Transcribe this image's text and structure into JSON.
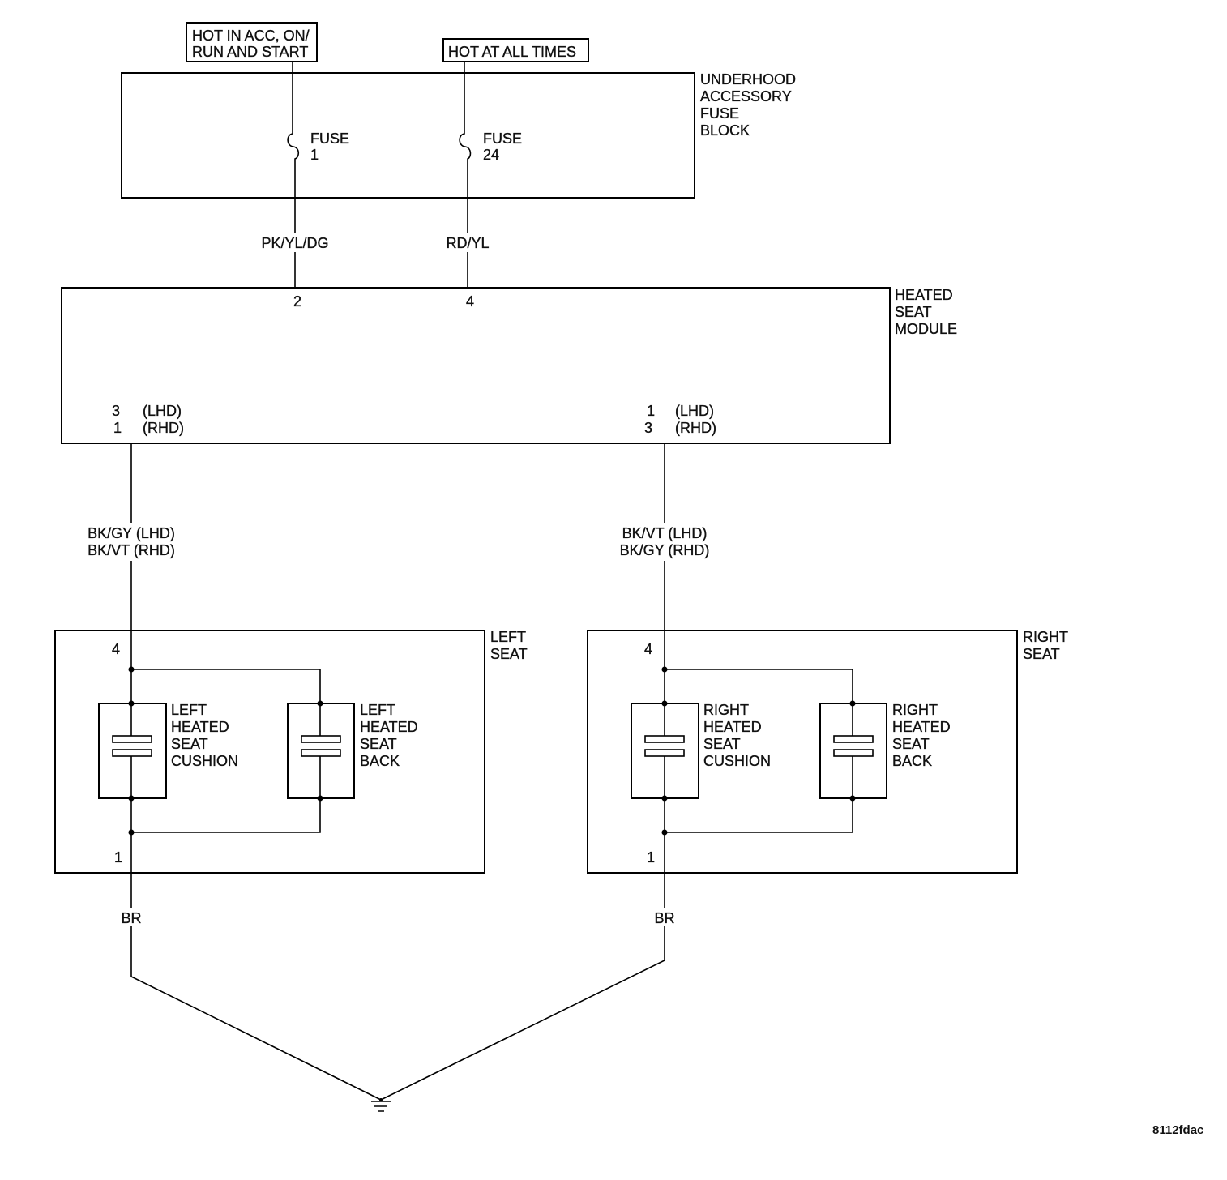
{
  "colors": {
    "line": "#000000",
    "background": "#ffffff"
  },
  "sources": {
    "switched": {
      "line1": "HOT IN ACC, ON/",
      "line2": "RUN AND START"
    },
    "battery": {
      "label": "HOT AT ALL TIMES"
    }
  },
  "fuse_block": {
    "name_lines": [
      "UNDERHOOD",
      "ACCESSORY",
      "FUSE",
      "BLOCK"
    ],
    "fuses": [
      {
        "label": "FUSE",
        "number": "1",
        "wire": "PK/YL/DG",
        "module_pin": "2"
      },
      {
        "label": "FUSE",
        "number": "24",
        "wire": "RD/YL",
        "module_pin": "4"
      }
    ]
  },
  "module": {
    "name_lines": [
      "HEATED",
      "SEAT",
      "MODULE"
    ],
    "outputs": [
      {
        "pins": [
          {
            "pin": "3",
            "variant": "(LHD)"
          },
          {
            "pin": "1",
            "variant": "(RHD)"
          }
        ],
        "wire_lines": [
          "BK/GY (LHD)",
          "BK/VT (RHD)"
        ]
      },
      {
        "pins": [
          {
            "pin": "1",
            "variant": "(LHD)"
          },
          {
            "pin": "3",
            "variant": "(RHD)"
          }
        ],
        "wire_lines": [
          "BK/VT (LHD)",
          "BK/GY (RHD)"
        ]
      }
    ]
  },
  "seats": [
    {
      "name_lines": [
        "LEFT",
        "SEAT"
      ],
      "pin_in": "4",
      "pin_out": "1",
      "ground_wire": "BR",
      "elements": [
        {
          "name_lines": [
            "LEFT",
            "HEATED",
            "SEAT",
            "CUSHION"
          ]
        },
        {
          "name_lines": [
            "LEFT",
            "HEATED",
            "SEAT",
            "BACK"
          ]
        }
      ]
    },
    {
      "name_lines": [
        "RIGHT",
        "SEAT"
      ],
      "pin_in": "4",
      "pin_out": "1",
      "ground_wire": "BR",
      "elements": [
        {
          "name_lines": [
            "RIGHT",
            "HEATED",
            "SEAT",
            "CUSHION"
          ]
        },
        {
          "name_lines": [
            "RIGHT",
            "HEATED",
            "SEAT",
            "BACK"
          ]
        }
      ]
    }
  ],
  "figure_id": "8112fdac"
}
